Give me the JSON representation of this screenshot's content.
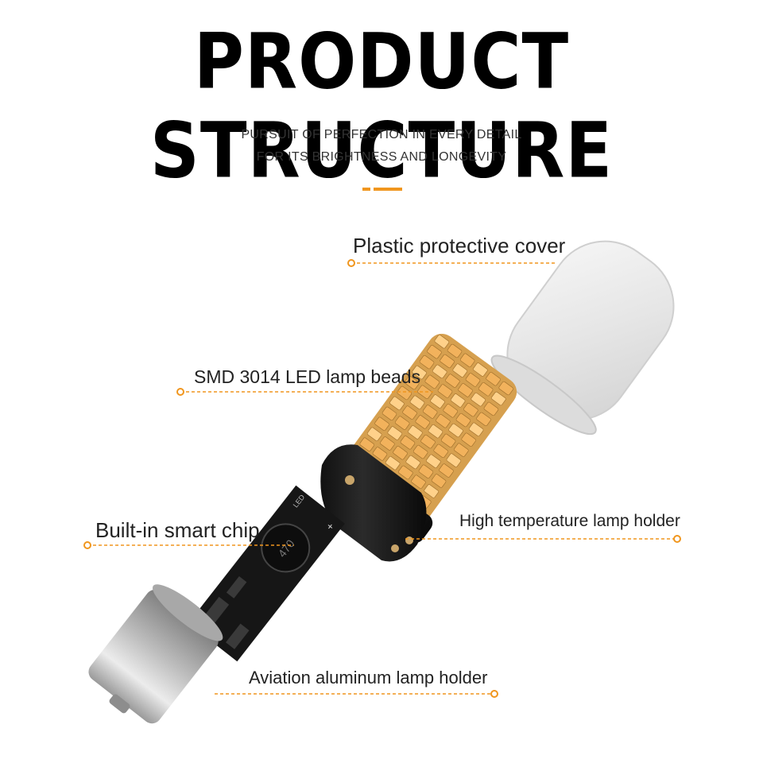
{
  "header": {
    "title": "PRODUCT   STRUCTURE",
    "subtitle_line1": "PURSUIT OF PERFECTION IN EVERY DETAIL",
    "subtitle_line2": "FOR ITS BRIGHTNESS AND LONGEVITY"
  },
  "components": {
    "cover": "Plastic protective cover",
    "beads": "SMD 3014 LED lamp beads",
    "chip": "Built-in smart chip",
    "temp_holder": "High temperature lamp holder",
    "aviation_holder": "Aviation aluminum lamp holder"
  },
  "pcb_marks": {
    "inductor": "470",
    "led": "LED",
    "plus": "+"
  },
  "colors": {
    "accent": "#f0961e",
    "led_amber": "#f2b25c",
    "title": "#000000"
  }
}
